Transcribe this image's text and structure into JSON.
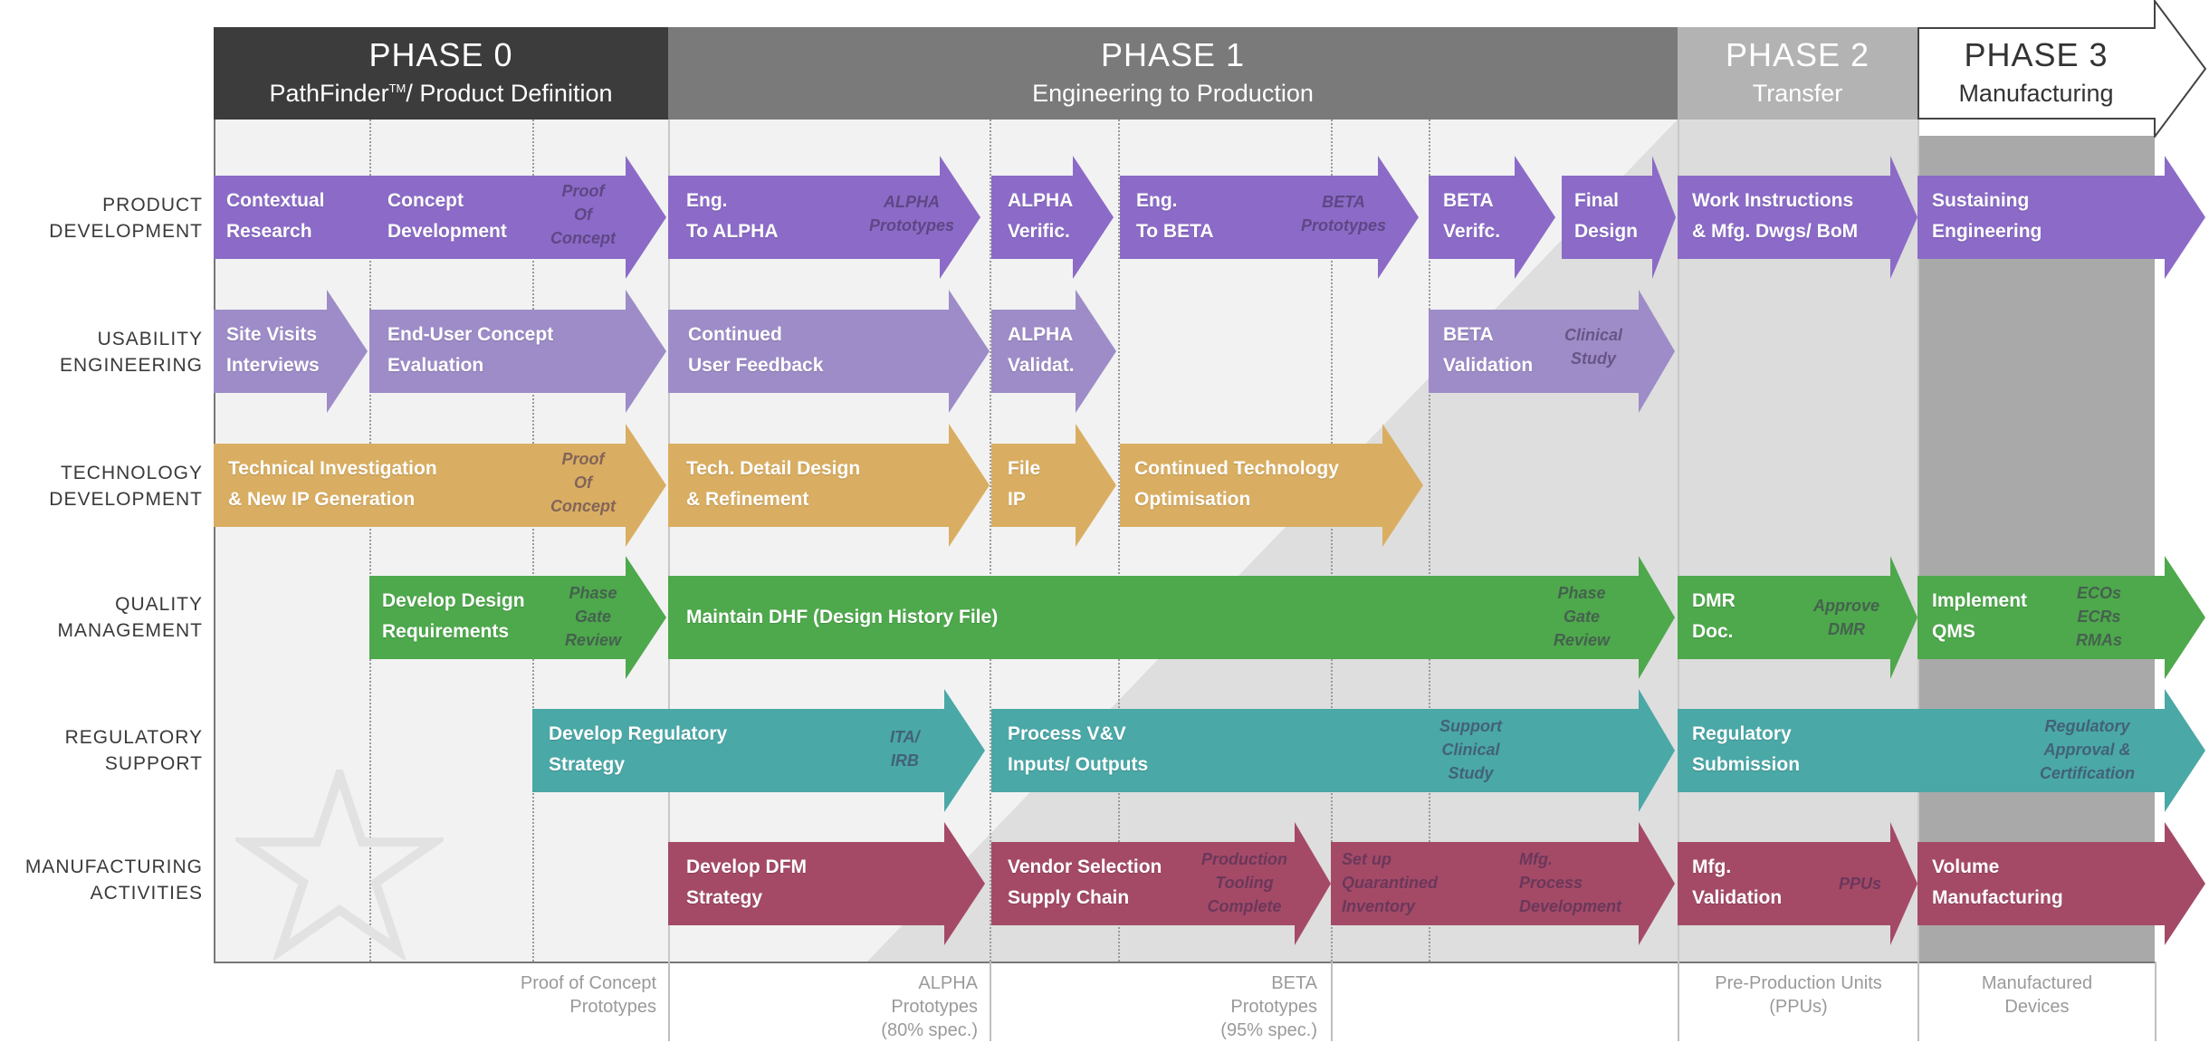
{
  "colors": {
    "purple": "#8b6bc7",
    "lavender": "#9d8cc7",
    "tan": "#d9ae62",
    "green": "#4ea84c",
    "teal": "#4aa8a7",
    "crimson": "#a44a67",
    "phase0": "#3c3c3c",
    "phase1": "#7a7a7a",
    "phase2": "#b3b3b3",
    "phase3": "#ffffff"
  },
  "phases": [
    {
      "title": "PHASE 0",
      "subtitle": "PathFinder",
      "tm": "TM",
      "subtitle2": "/ Product Definition"
    },
    {
      "title": "PHASE 1",
      "subtitle": "Engineering to Production"
    },
    {
      "title": "PHASE 2",
      "subtitle": "Transfer"
    },
    {
      "title": "PHASE 3",
      "subtitle": "Manufacturing"
    }
  ],
  "rows": [
    {
      "l1": "PRODUCT",
      "l2": "DEVELOPMENT"
    },
    {
      "l1": "USABILITY",
      "l2": "ENGINEERING"
    },
    {
      "l1": "TECHNOLOGY",
      "l2": "DEVELOPMENT"
    },
    {
      "l1": "QUALITY",
      "l2": "MANAGEMENT"
    },
    {
      "l1": "REGULATORY",
      "l2": "SUPPORT"
    },
    {
      "l1": "MANUFACTURING",
      "l2": "ACTIVITIES"
    }
  ],
  "arrows": {
    "pd": [
      {
        "text": [
          "Contextual",
          "Research"
        ]
      },
      {
        "text": [
          "Concept",
          "Development"
        ],
        "note": [
          "Proof",
          "Of",
          "Concept"
        ]
      },
      {
        "text": [
          "Eng.",
          "To ALPHA"
        ],
        "note": [
          "ALPHA",
          "Prototypes"
        ]
      },
      {
        "text": [
          "ALPHA",
          "Verific."
        ]
      },
      {
        "text": [
          "Eng.",
          "To BETA"
        ],
        "note": [
          "BETA",
          "Prototypes"
        ]
      },
      {
        "text": [
          "BETA",
          "Verifc."
        ]
      },
      {
        "text": [
          "Final",
          "Design"
        ]
      },
      {
        "text": [
          "Work Instructions",
          "& Mfg. Dwgs/ BoM"
        ]
      },
      {
        "text": [
          "Sustaining",
          "Engineering"
        ]
      }
    ],
    "ue": [
      {
        "text": [
          "Site Visits",
          "Interviews"
        ]
      },
      {
        "text": [
          "End-User Concept",
          "Evaluation"
        ]
      },
      {
        "text": [
          "Continued",
          "User Feedback"
        ]
      },
      {
        "text": [
          "ALPHA",
          "Validat."
        ]
      },
      {
        "text": [
          "BETA",
          "Validation"
        ],
        "note": [
          "Clinical",
          "Study"
        ]
      }
    ],
    "td": [
      {
        "text": [
          "Technical Investigation",
          "& New IP Generation"
        ],
        "note": [
          "Proof",
          "Of",
          "Concept"
        ]
      },
      {
        "text": [
          "Tech. Detail Design",
          "& Refinement"
        ]
      },
      {
        "text": [
          "File",
          "IP"
        ]
      },
      {
        "text": [
          "Continued Technology",
          "Optimisation"
        ]
      }
    ],
    "qm": [
      {
        "text": [
          "Develop Design",
          "Requirements"
        ],
        "note": [
          "Phase",
          "Gate",
          "Review"
        ]
      },
      {
        "text": [
          "Maintain DHF (Design History File)"
        ],
        "note": [
          "Phase",
          "Gate",
          "Review"
        ]
      },
      {
        "text": [
          "DMR",
          "Doc."
        ],
        "note": [
          "Approve",
          "DMR"
        ]
      },
      {
        "text": [
          "Implement",
          "QMS"
        ],
        "note": [
          "ECOs",
          "ECRs",
          "RMAs"
        ]
      }
    ],
    "rs": [
      {
        "text": [
          "Develop Regulatory",
          "Strategy"
        ],
        "note": [
          "ITA/",
          "IRB"
        ]
      },
      {
        "text": [
          "Process V&V",
          "Inputs/ Outputs"
        ],
        "note": [
          "Support",
          "Clinical",
          "Study"
        ]
      },
      {
        "text": [
          "Regulatory",
          "Submission"
        ],
        "note": [
          "Regulatory",
          "Approval &",
          "Certification"
        ]
      }
    ],
    "ma": [
      {
        "text": [
          "Develop DFM",
          "Strategy"
        ]
      },
      {
        "text": [
          "Vendor Selection",
          "Supply Chain"
        ],
        "note": [
          "Production",
          "Tooling",
          "Complete"
        ]
      },
      {
        "note": [
          "Set up",
          "Quarantined",
          "Inventory"
        ],
        "note2": [
          "Mfg.",
          "Process",
          "Development"
        ]
      },
      {
        "text": [
          "Mfg.",
          "Validation"
        ],
        "note": [
          "PPUs"
        ]
      },
      {
        "text": [
          "Volume",
          "Manufacturing"
        ]
      }
    ]
  },
  "footer": [
    {
      "lines": [
        "Proof of Concept",
        "Prototypes"
      ]
    },
    {
      "lines": [
        "ALPHA",
        "Prototypes",
        "(80% spec.)"
      ]
    },
    {
      "lines": [
        "BETA",
        "Prototypes",
        "(95% spec.)"
      ]
    },
    {
      "lines": [
        "Pre-Production Units",
        "(PPUs)"
      ]
    },
    {
      "lines": [
        "Manufactured",
        "Devices"
      ]
    }
  ]
}
